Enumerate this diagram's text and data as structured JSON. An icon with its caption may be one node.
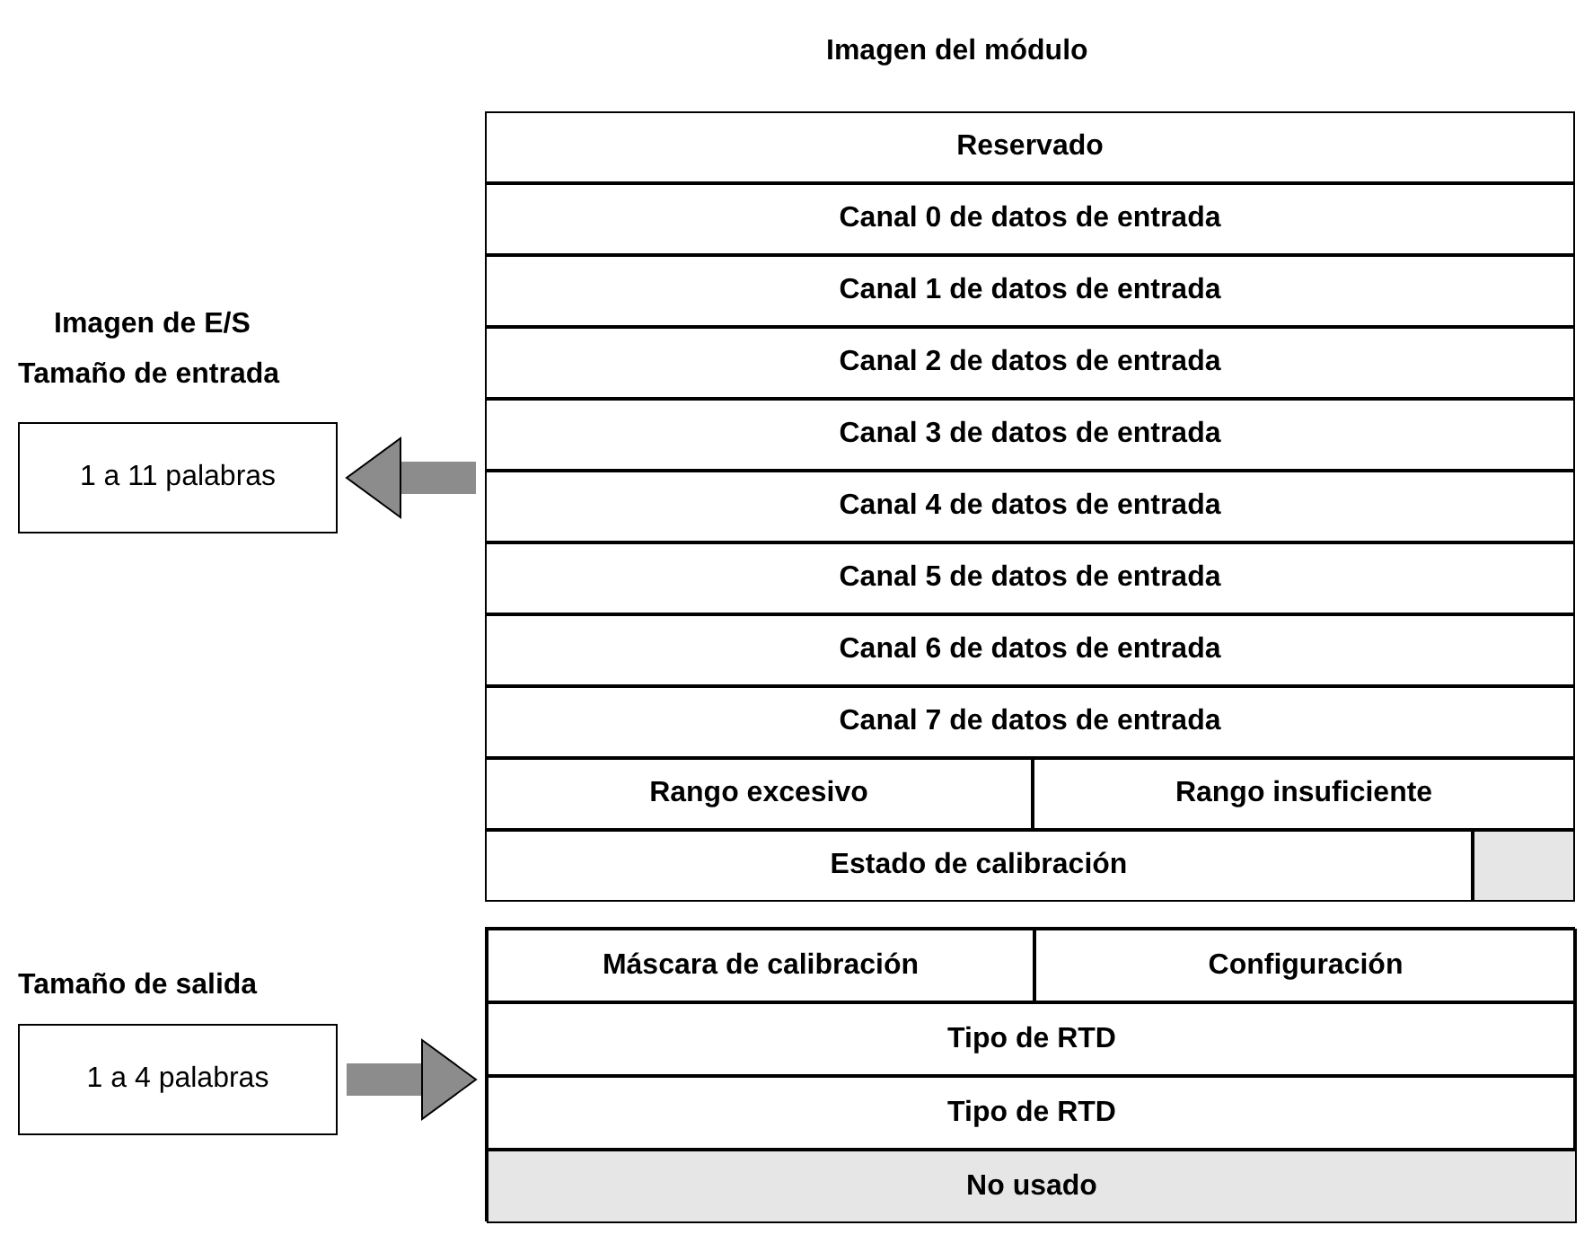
{
  "diagram": {
    "nodes": [
      {
        "text": [
          "Tamaño de entrada",
          "1 a 11 palabras"
        ]
      },
      {
        "text": [
          "Imagen del módulo"
        ]
      },
      {
        "text": [
          "Reservado"
        ],
        "in": 1
      },
      {
        "text": [
          "Canal 0 de datos de entrada"
        ],
        "in": 1
      },
      {
        "text": [
          "Canal 1 de datos de entrada"
        ],
        "in": 1
      },
      {
        "text": [
          "Canal 2 de datos de entrada"
        ],
        "in": 1
      },
      {
        "text": [
          "Canal 3 de datos de entrada"
        ],
        "in": 1
      },
      {
        "text": [
          "Canal 4 de datos de entrada"
        ],
        "in": 1
      },
      {
        "text": [
          "Canal 5 de datos de entrada"
        ],
        "in": 1
      },
      {
        "text": [
          "Canal 6 de datos de entrada"
        ],
        "in": 1
      },
      {
        "text": [
          "Canal 7 de datos de entrada"
        ],
        "in": 1
      },
      {
        "text": [
          "Rango excesivo"
        ],
        "in": 1
      },
      {
        "text": [
          "Rango insuficiente"
        ],
        "in": 1
      },
      {
        "text": [
          "Estado de calibración"
        ],
        "in": 1
      },
      {
        "text": [],
        "shape": "box",
        "in": 1
      },
      {
        "text": [
          "Tamaño de salida",
          "1 a 4 palabras"
        ]
      },
      {
        "text": [],
        "shape": "box"
      },
      {
        "text": [
          "Máscara de calibración"
        ],
        "in": 16
      },
      {
        "text": [
          "Configuración"
        ],
        "in": 16
      },
      {
        "text": [
          "Tipo de RTD"
        ],
        "in": 16
      },
      {
        "text": [
          "Tipo de RTD"
        ],
        "in": 16
      },
      {
        "text": [
          "No usado"
        ],
        "in": 16
      }
    ],
    "edges": [
      {
        "from": 1,
        "to": 0,
        "arrow": "to"
      },
      {
        "from": 15,
        "to": 16,
        "arrow": "to"
      }
    ],
    "labels": [
      "Imagen de E/S"
    ]
  }
}
